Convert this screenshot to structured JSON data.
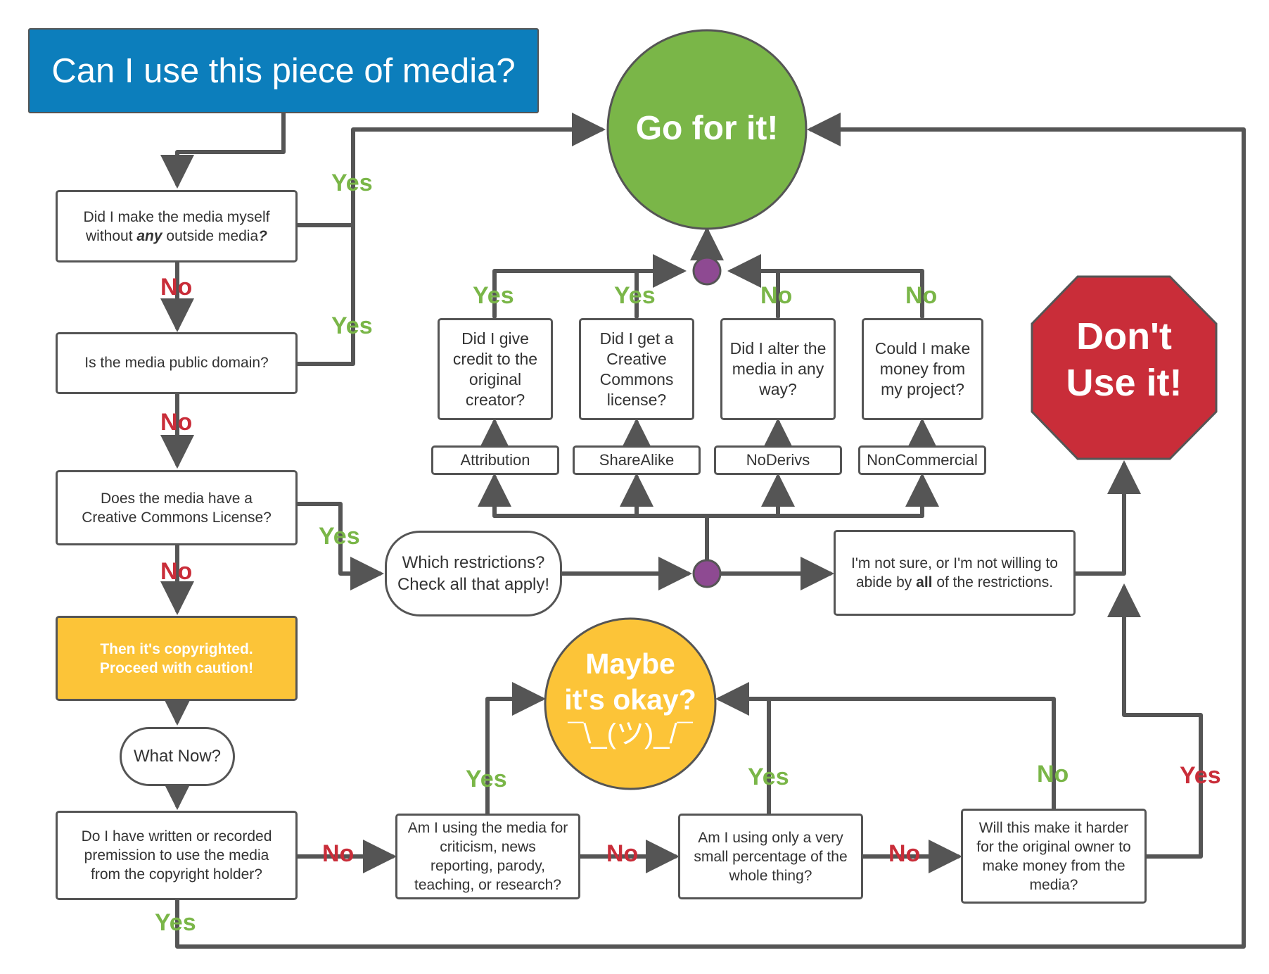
{
  "title": "Can I use this piece of media?",
  "terminals": {
    "go": "Go for it!",
    "dont": "Don't\nUse it!",
    "maybe": "Maybe\nit's okay?",
    "shrug": "¯\\_(ツ)_/¯"
  },
  "questions": {
    "made_myself_pre": "Did I make the media myself without ",
    "made_myself_em": "any",
    "made_myself_post": " outside media",
    "made_myself_q": "?",
    "public_domain": "Is the media public domain?",
    "cc_license": "Does the media have a\nCreative Commons License?",
    "copyrighted": "Then it's copyrighted.\nProceed with caution!",
    "what_now": "What Now?",
    "permission": "Do I have written or recorded premission to use the media from the copyright holder?",
    "criticism": "Am I using the media for criticism, news reporting, parody, teaching, or research?",
    "small_pct": "Am I using only a very small percentage of the whole thing?",
    "harder_money": "Will this make it harder for the original owner to make money from the media?",
    "restrictions": "Which restrictions?\nCheck all that apply!",
    "not_sure_pre": "I'm not sure, or I'm not willing to abide by ",
    "not_sure_em": "all",
    "not_sure_post": " of the restrictions.",
    "credit": "Did I give credit to the original creator?",
    "cc_get": "Did I get a Creative Commons license?",
    "alter": "Did I alter the media in any way?",
    "money_project": "Could I make money from my project?"
  },
  "restriction_tags": [
    "Attribution",
    "ShareAlike",
    "NoDerivs",
    "NonCommercial"
  ],
  "edge_labels": {
    "yes": "Yes",
    "no": "No"
  },
  "colors": {
    "title_bg": "#0c7ebc",
    "go": "#7ab648",
    "dont": "#c92d39",
    "maybe": "#fcc438",
    "copyright": "#fcc438",
    "junction": "#8e4a92",
    "line": "#555555",
    "yes": "#7ab648",
    "no": "#c92d39"
  }
}
